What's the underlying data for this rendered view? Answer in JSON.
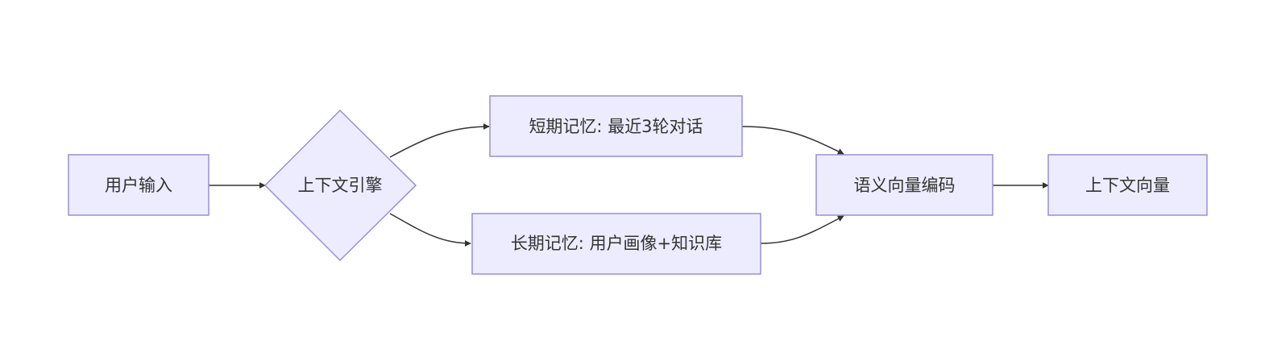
{
  "diagram": {
    "nodes": {
      "user_input": "用户输入",
      "context_engine": "上下文引擎",
      "short_term_memory": "短期记忆: 最近3轮对话",
      "long_term_memory": "长期记忆: 用户画像+知识库",
      "semantic_encoding": "语义向量编码",
      "context_vector": "上下文向量"
    },
    "edges": [
      {
        "from": "用户输入",
        "to": "上下文引擎"
      },
      {
        "from": "上下文引擎",
        "to": "短期记忆: 最近3轮对话"
      },
      {
        "from": "上下文引擎",
        "to": "长期记忆: 用户画像+知识库"
      },
      {
        "from": "短期记忆: 最近3轮对话",
        "to": "语义向量编码"
      },
      {
        "from": "长期记忆: 用户画像+知识库",
        "to": "语义向量编码"
      },
      {
        "from": "语义向量编码",
        "to": "上下文向量"
      }
    ],
    "colors": {
      "node_fill": "#ececfe",
      "node_stroke": "#9a8ed8",
      "edge": "#333333",
      "text": "#333333"
    }
  }
}
